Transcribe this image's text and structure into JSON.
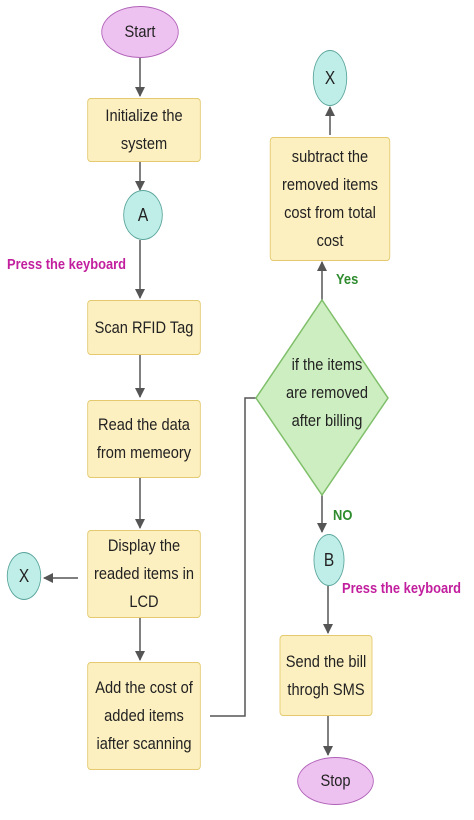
{
  "nodes": {
    "start": "Start",
    "initialize": "Initialize the\nsystem",
    "connector_a": "A",
    "scan_rfid": "Scan RFID Tag",
    "read_data": "Read the data\nfrom memeory",
    "display_items": "Display the\nreaded items in\nLCD",
    "connector_x_left": "X",
    "add_cost": "Add the cost of\nadded items\niafter scanning",
    "decision": "if the items\nare removed\nafter billing",
    "subtract_cost": "subtract the\nremoved items\ncost from total cost",
    "connector_x_top": "X",
    "connector_b": "B",
    "send_bill": "Send the bill\nthrogh SMS",
    "stop": "Stop"
  },
  "labels": {
    "press_keyboard_1": "Press the keyboard",
    "press_keyboard_2": "Press the keyboard",
    "yes": "Yes",
    "no": "NO"
  },
  "colors": {
    "process_fill": "#fdf0c0",
    "process_border": "#e4c96e",
    "terminal_fill": "#eec2f0",
    "connector_fill": "#bfeee8",
    "decision_fill": "#cdeec0",
    "label_magenta": "#c21f9e",
    "label_green": "#2e8b2e",
    "line": "#555555"
  }
}
